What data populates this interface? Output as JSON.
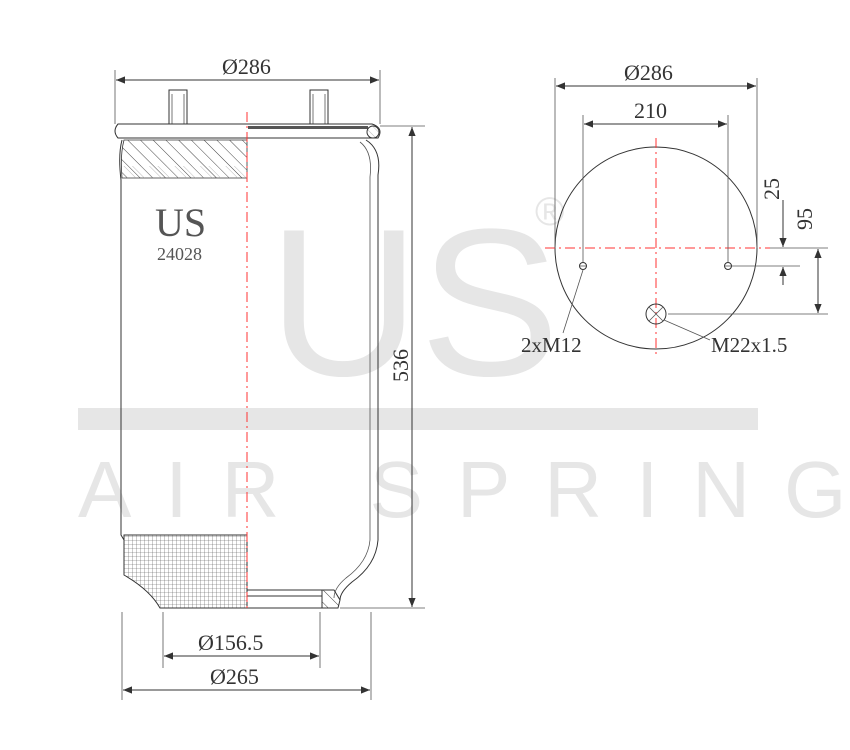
{
  "watermark": {
    "logo": "US",
    "registered": "®",
    "text": "AIR SPRING"
  },
  "brand": {
    "logo": "US",
    "part_number": "24028"
  },
  "side_view": {
    "top_diameter": "Ø286",
    "height": "536",
    "piston_diameter": "Ø156.5",
    "bottom_diameter": "Ø265"
  },
  "top_view": {
    "outer_diameter": "Ø286",
    "bolt_spacing": "210",
    "offset_small": "25",
    "offset_large": "95",
    "stud_label": "2xM12",
    "port_label": "M22x1.5"
  },
  "colors": {
    "centerline": "#ff3333",
    "outline": "#333333",
    "watermark": "#e6e6e6"
  }
}
